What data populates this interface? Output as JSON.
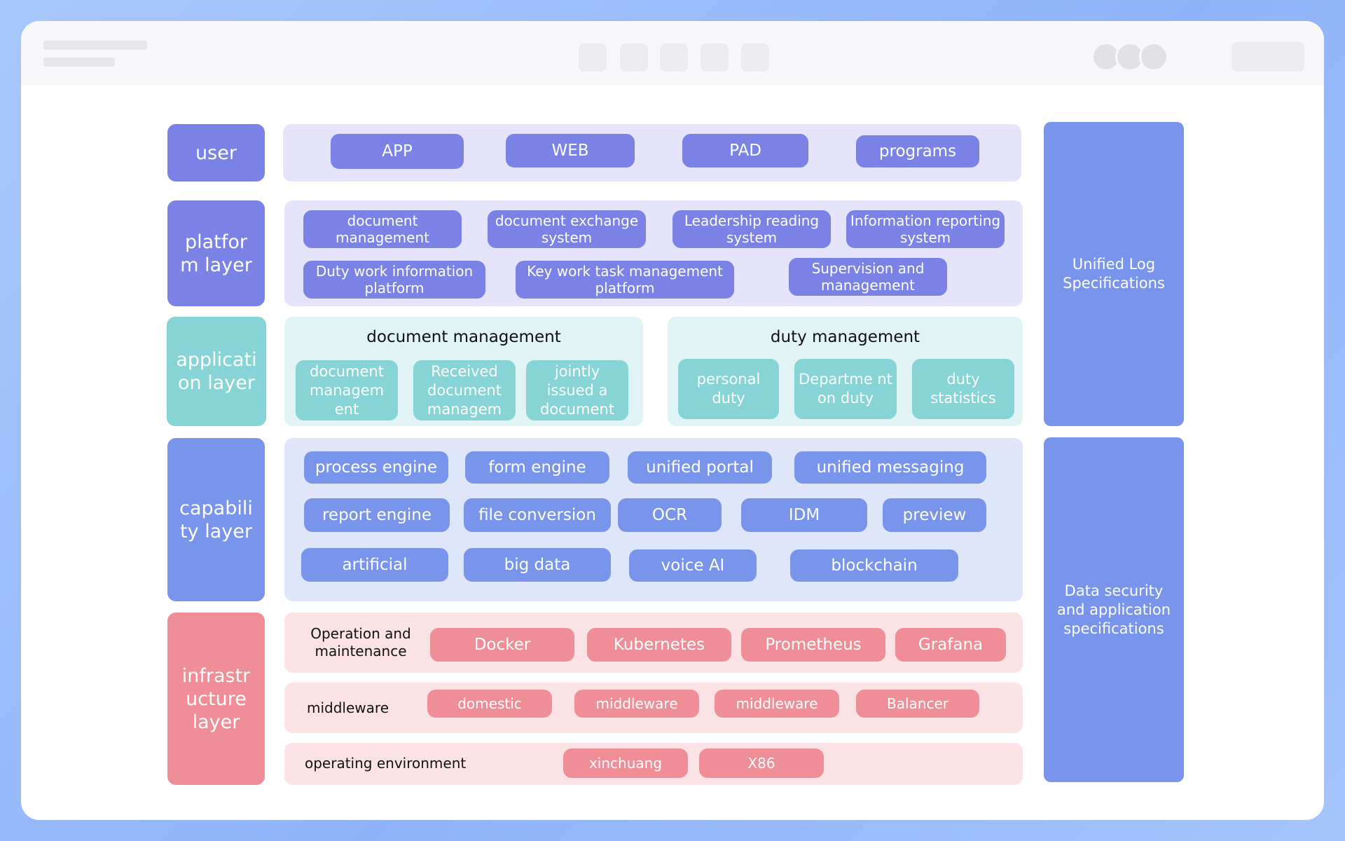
{
  "layers": {
    "user": "user",
    "platform": "platfor m layer",
    "application": "applicati on layer",
    "capability": "capabili ty layer",
    "infrastructure": "infrastr ucture layer"
  },
  "user_items": [
    "APP",
    "WEB",
    "PAD",
    "programs"
  ],
  "platform_items": [
    "document management",
    "document exchange system",
    "Leadership reading system",
    "Information reporting system",
    "Duty work information platform",
    "Key work task management platform",
    "Supervision and management"
  ],
  "application": {
    "doc_title": "document management",
    "doc_items": [
      "document managem ent",
      "Received document managem",
      "jointly issued a document"
    ],
    "duty_title": "duty management",
    "duty_items": [
      "personal duty",
      "Departme nt on duty",
      "duty statistics"
    ]
  },
  "capability_items": [
    "process engine",
    "form engine",
    "unified portal",
    "unified messaging",
    "report engine",
    "file conversion",
    "OCR",
    "IDM",
    "preview",
    "artificial",
    "big data",
    "voice AI",
    "blockchain"
  ],
  "infrastructure": {
    "ops_label": "Operation and maintenance",
    "ops_items": [
      "Docker",
      "Kubernetes",
      "Prometheus",
      "Grafana"
    ],
    "middleware_label": "middleware",
    "middleware_items": [
      "domestic",
      "middleware",
      "middleware",
      "Balancer"
    ],
    "env_label": "operating environment",
    "env_items": [
      "xinchuang",
      "X86"
    ]
  },
  "side": {
    "log": "Unified Log Specifications",
    "security": "Data security and application specifications"
  },
  "colors": {
    "user": "#7b82e6",
    "application": "#86d4d6",
    "capability": "#7895eb",
    "infrastructure": "#ef8e96"
  }
}
